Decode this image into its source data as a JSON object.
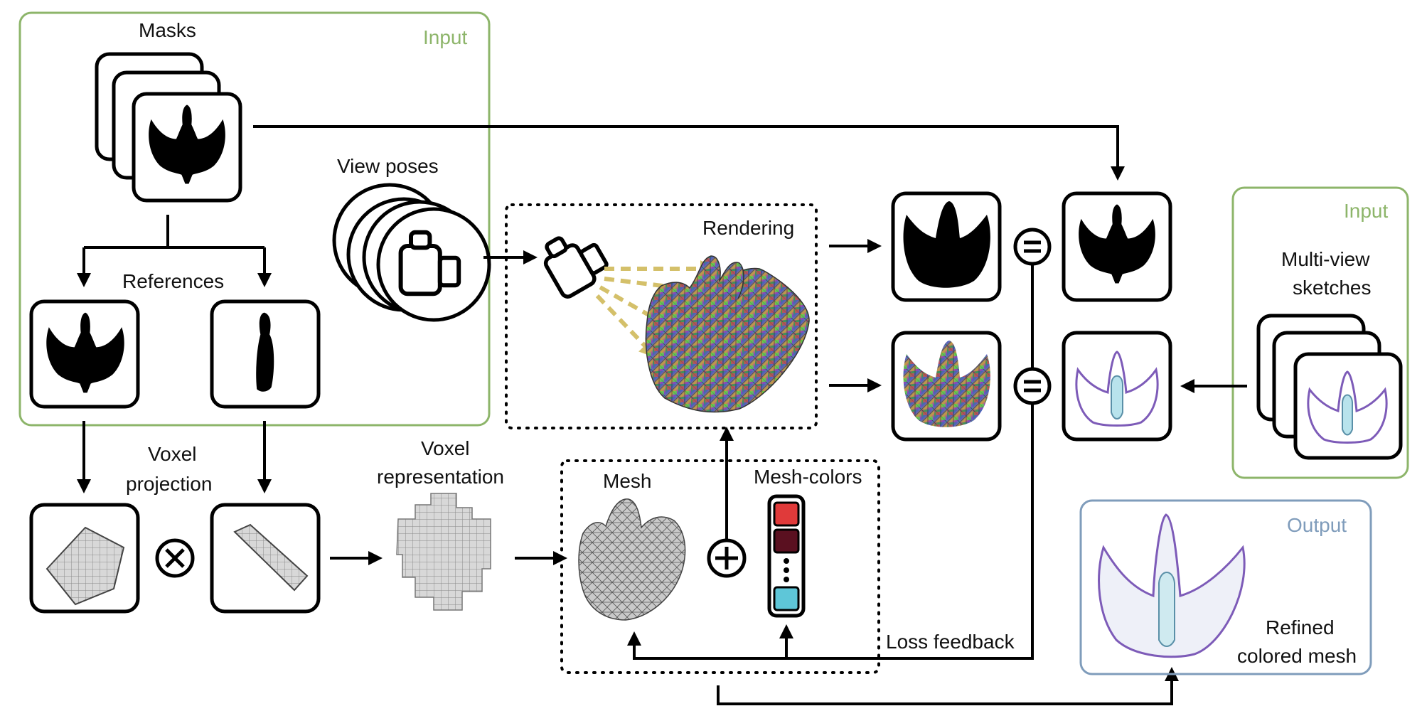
{
  "labels": {
    "input_top": "Input",
    "input_right": "Input",
    "output": "Output",
    "masks": "Masks",
    "view_poses": "View poses",
    "references": "References",
    "rendering": "Rendering",
    "voxel_projection_1": "Voxel",
    "voxel_projection_2": "projection",
    "voxel_repr_1": "Voxel",
    "voxel_repr_2": "representation",
    "mesh": "Mesh",
    "mesh_colors": "Mesh-colors",
    "multiview_1": "Multi-view",
    "multiview_2": "sketches",
    "loss_feedback": "Loss feedback",
    "refined_1": "Refined",
    "refined_2": "colored mesh"
  },
  "colors": {
    "input_border": "#8db56a",
    "output_border": "#7f9cbb",
    "camera_rays": "#d4c06a",
    "mesh_color_swatches": [
      "#e03a3a",
      "#5a1020",
      "#5ec6d8"
    ]
  },
  "icons": [
    "mask-icon",
    "camera-icon",
    "voxel-icon",
    "mesh-icon",
    "sketch-icon",
    "equals-icon",
    "plus-icon",
    "times-icon"
  ]
}
